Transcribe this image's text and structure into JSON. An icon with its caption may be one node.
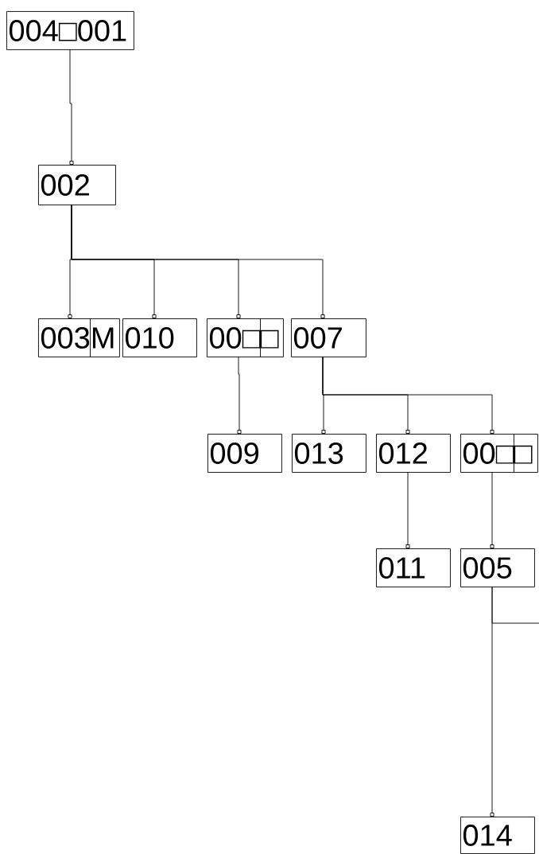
{
  "diagram": {
    "nodes": [
      {
        "text": [
          "004□001"
        ]
      },
      {
        "text": [
          "002"
        ]
      },
      {
        "text": [
          "003M"
        ]
      },
      {
        "text": [
          "010"
        ]
      },
      {
        "text": [
          "00□□"
        ]
      },
      {
        "text": [
          "007"
        ]
      },
      {
        "text": [
          "009"
        ]
      },
      {
        "text": [
          "013"
        ]
      },
      {
        "text": [
          "012"
        ]
      },
      {
        "text": [
          "00□□"
        ]
      },
      {
        "text": [
          "011"
        ]
      },
      {
        "text": [
          "005"
        ]
      },
      {
        "text": [
          "014"
        ]
      }
    ],
    "edges": [
      {
        "from": 0,
        "to": 1,
        "arrow": "other"
      },
      {
        "from": 1,
        "to": 2,
        "arrow": "other"
      },
      {
        "from": 1,
        "to": 3,
        "arrow": "other"
      },
      {
        "from": 1,
        "to": 4,
        "arrow": "other"
      },
      {
        "from": 1,
        "to": 5,
        "arrow": "other"
      },
      {
        "from": 4,
        "to": 6,
        "arrow": "other"
      },
      {
        "from": 5,
        "to": 7,
        "arrow": "other"
      },
      {
        "from": 5,
        "to": 8,
        "arrow": "other"
      },
      {
        "from": 5,
        "to": 9,
        "arrow": "other"
      },
      {
        "from": 8,
        "to": 10,
        "arrow": "other"
      },
      {
        "from": 9,
        "to": 11,
        "arrow": "other"
      },
      {
        "from": 11,
        "to": 12,
        "arrow": "other"
      },
      {
        "from": 11,
        "to": null,
        "arrow": "none"
      }
    ]
  }
}
